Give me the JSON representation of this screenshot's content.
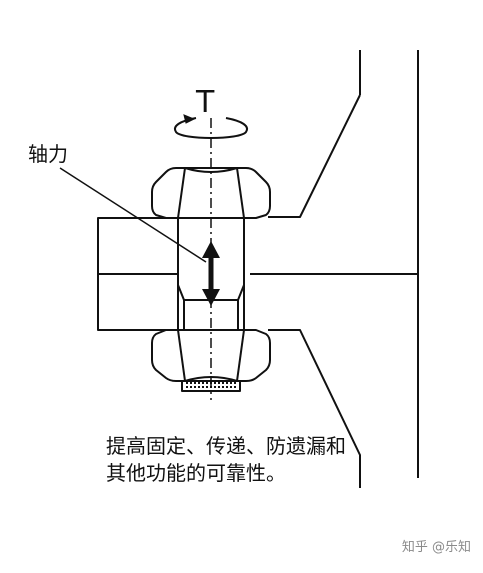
{
  "labels": {
    "torque": "T",
    "axial_force": "轴力",
    "caption": "提高固定、传递、防遗漏和其他功能的可靠性。",
    "watermark": "知乎 @乐知"
  },
  "colors": {
    "ink": "#111111",
    "background": "#ffffff",
    "watermark": "#8a8a8a"
  },
  "icons": {
    "torque_arrow": "circular-arrow-icon",
    "force_arrow": "double-headed-arrow-icon"
  }
}
